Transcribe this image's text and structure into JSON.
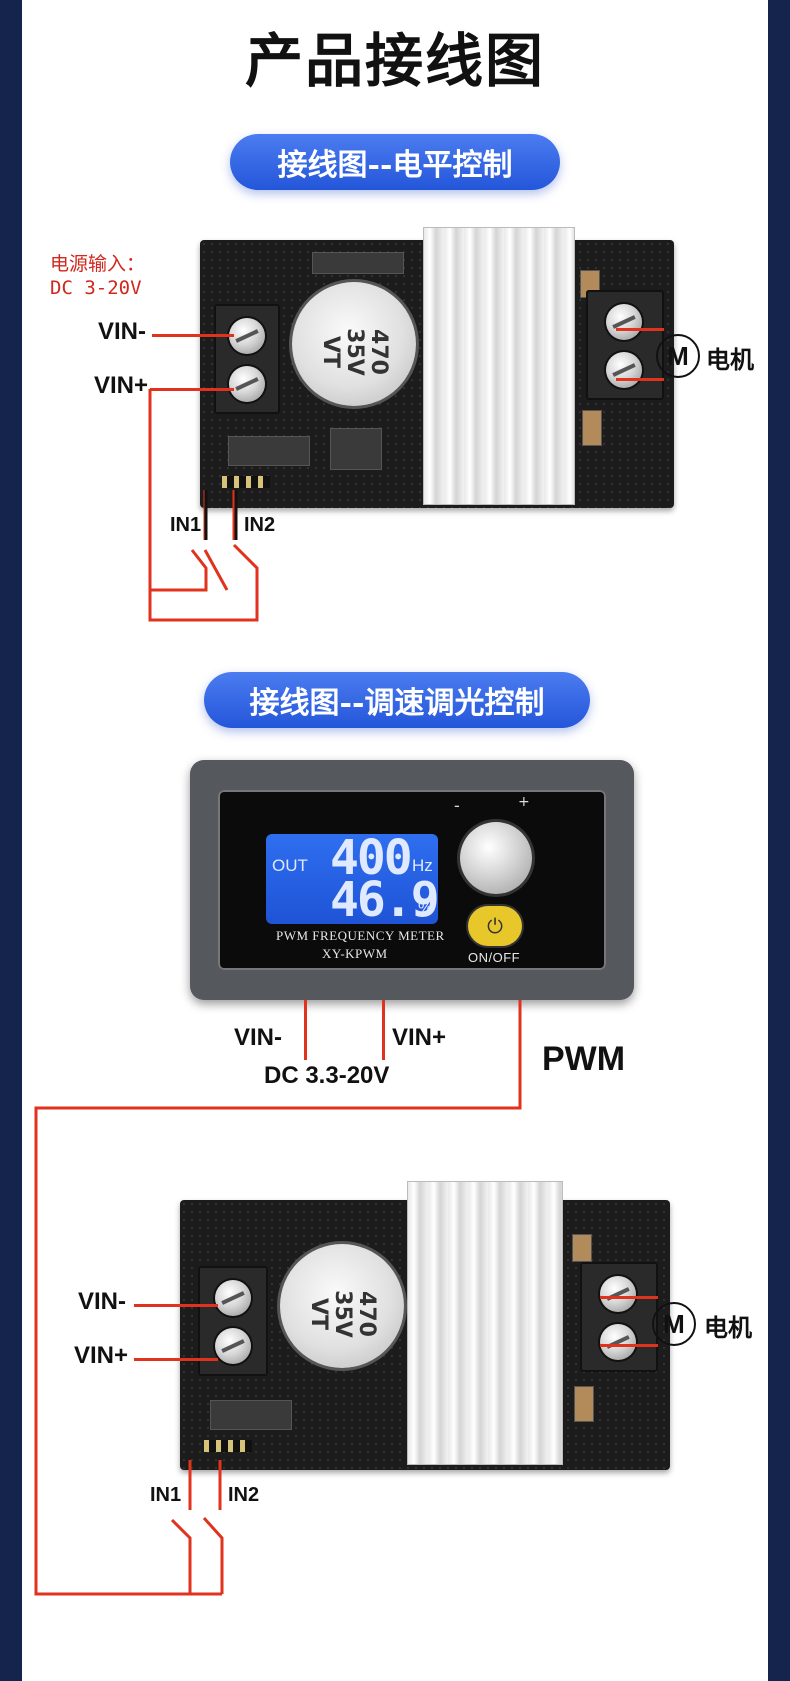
{
  "page": {
    "title": "产品接线图"
  },
  "section1": {
    "heading": "接线图--电平控制",
    "power_note_line1": "电源输入：",
    "power_note_line2": "DC 3-20V",
    "vin_minus": "VIN-",
    "vin_plus": "VIN+",
    "in1": "IN1",
    "in2": "IN2",
    "motor_symbol": "M",
    "motor_label": "电机",
    "capacitor_line1": "470",
    "capacitor_line2": "35V",
    "capacitor_line3": "VT"
  },
  "section2": {
    "heading": "接线图--调速调光控制",
    "meter": {
      "out_label": "OUT",
      "frequency_value": "400",
      "frequency_unit": "Hz",
      "duty_value": "46.9",
      "duty_unit": "%",
      "model_line1": "PWM FREQUENCY METER",
      "model_line2": "XY-KPWM",
      "button_label": "ON/OFF",
      "knob_minus": "-",
      "knob_plus": "+"
    },
    "vin_minus": "VIN-",
    "vin_plus": "VIN+",
    "supply": "DC 3.3-20V",
    "pwm": "PWM",
    "board_vin_minus": "VIN-",
    "board_vin_plus": "VIN+",
    "in1": "IN1",
    "in2": "IN2",
    "motor_symbol": "M",
    "motor_label": "电机",
    "capacitor_line1": "470",
    "capacitor_line2": "35V",
    "capacitor_line3": "VT"
  },
  "colors": {
    "wire": "#e0321c",
    "heading_bg": "#2e62e0",
    "border": "#15244d",
    "lcd": "#2459dc"
  }
}
